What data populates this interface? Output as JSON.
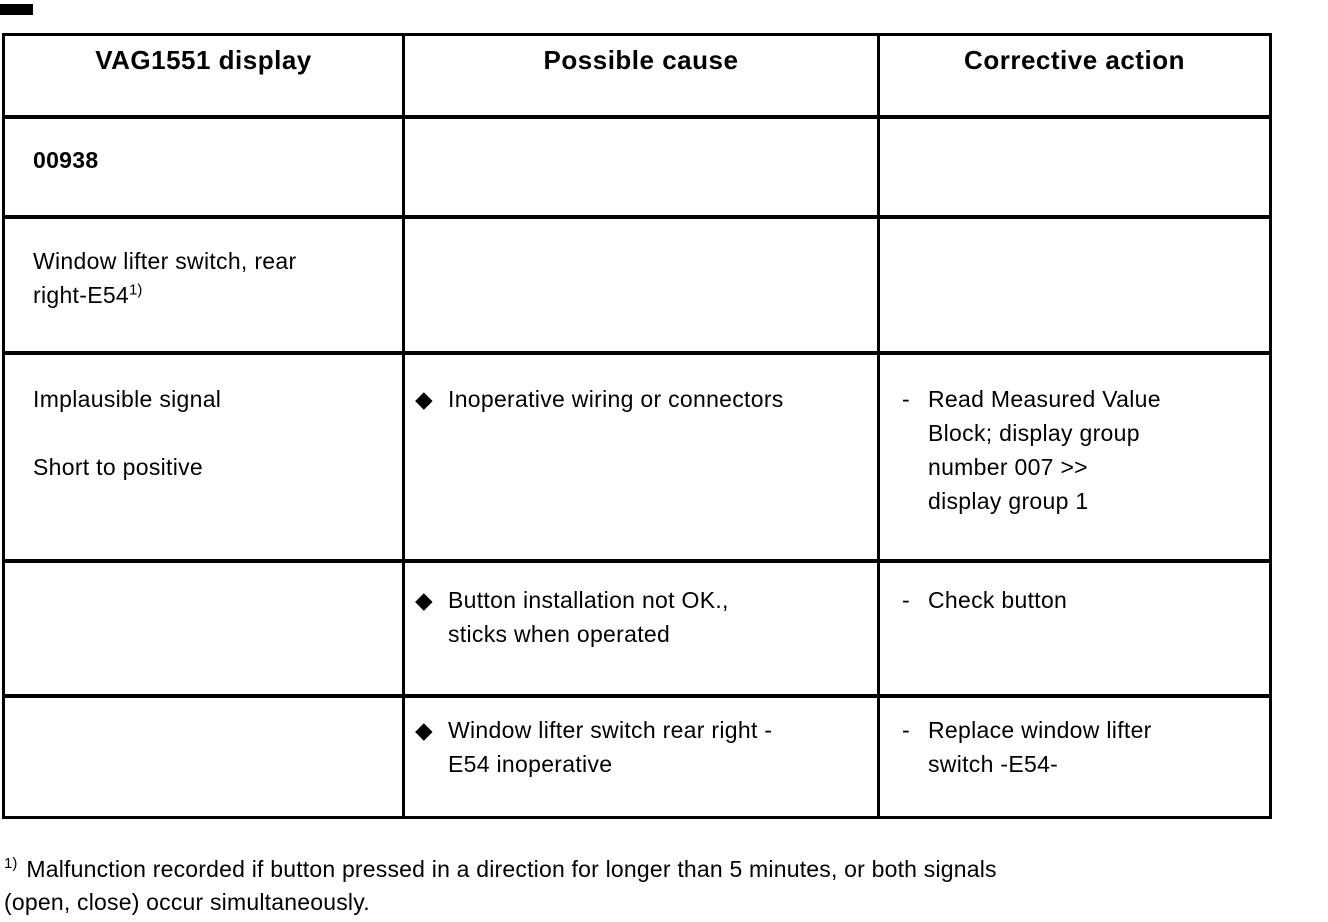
{
  "table": {
    "headers": [
      {
        "label": "VAG1551 display"
      },
      {
        "label": "Possible cause"
      },
      {
        "label": "Corrective action"
      }
    ],
    "bullet_char": "◆",
    "dash_char": "-",
    "rows": {
      "r1": {
        "display": "00938"
      },
      "r2": {
        "display": "Window lifter switch, rear\nright-E54",
        "display_footnote_ref": "1)"
      },
      "r3": {
        "display": "Implausible signal\n\nShort to positive",
        "cause": "Inoperative wiring or connectors",
        "action": "Read Measured Value\nBlock; display group\nnumber 007 >>\ndisplay group 1"
      },
      "r4": {
        "cause": "Button installation not OK.,\nsticks when operated",
        "action": "Check button"
      },
      "r5": {
        "cause": "Window lifter switch rear right -\nE54 inoperative",
        "action": "Replace window lifter\nswitch -E54-"
      }
    }
  },
  "footnote": {
    "ref": "1)",
    "text": "Malfunction recorded if button pressed in a direction for longer than 5 minutes, or both signals\n(open, close) occur simultaneously."
  }
}
